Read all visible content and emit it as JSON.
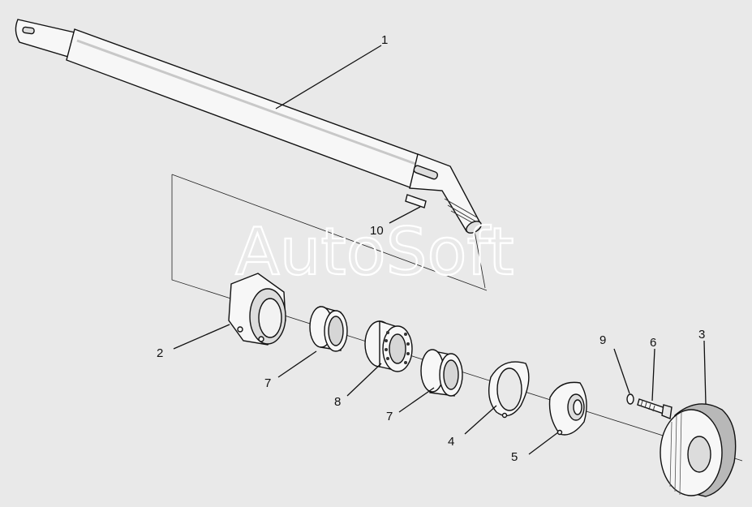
{
  "watermark": "AutoSoft",
  "callouts": [
    {
      "id": "c1",
      "text": "1"
    },
    {
      "id": "c2",
      "text": "2"
    },
    {
      "id": "c3",
      "text": "3"
    },
    {
      "id": "c4",
      "text": "4"
    },
    {
      "id": "c5",
      "text": "5"
    },
    {
      "id": "c6",
      "text": "6"
    },
    {
      "id": "c7a",
      "text": "7"
    },
    {
      "id": "c7b",
      "text": "7"
    },
    {
      "id": "c8",
      "text": "8"
    },
    {
      "id": "c9",
      "text": "9"
    },
    {
      "id": "c10",
      "text": "10"
    }
  ],
  "colors": {
    "background": "#e9e9e9",
    "ink": "#111111",
    "part_fill": "#f7f7f7",
    "shade": "#b8b8b8"
  }
}
